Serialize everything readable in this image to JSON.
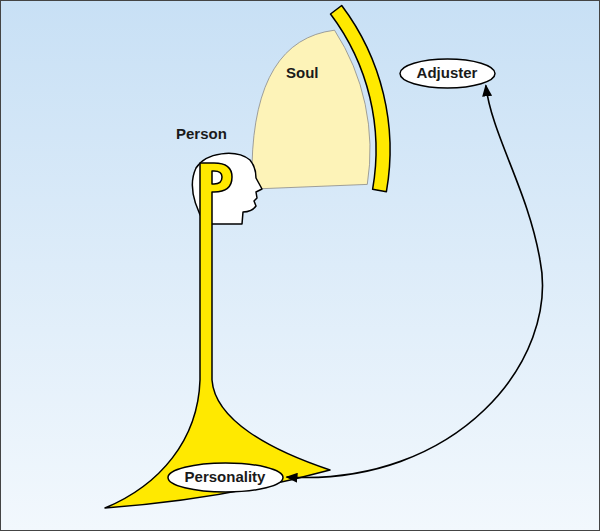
{
  "diagram": {
    "nodes": [
      {
        "text": [
          "Soul"
        ]
      },
      {
        "text": [
          "Adjuster"
        ]
      },
      {
        "text": [
          "Person"
        ]
      },
      {
        "text": [
          "Personality"
        ]
      }
    ],
    "edges": [
      {
        "from": 3,
        "to": 1,
        "arrow": "both"
      }
    ]
  }
}
